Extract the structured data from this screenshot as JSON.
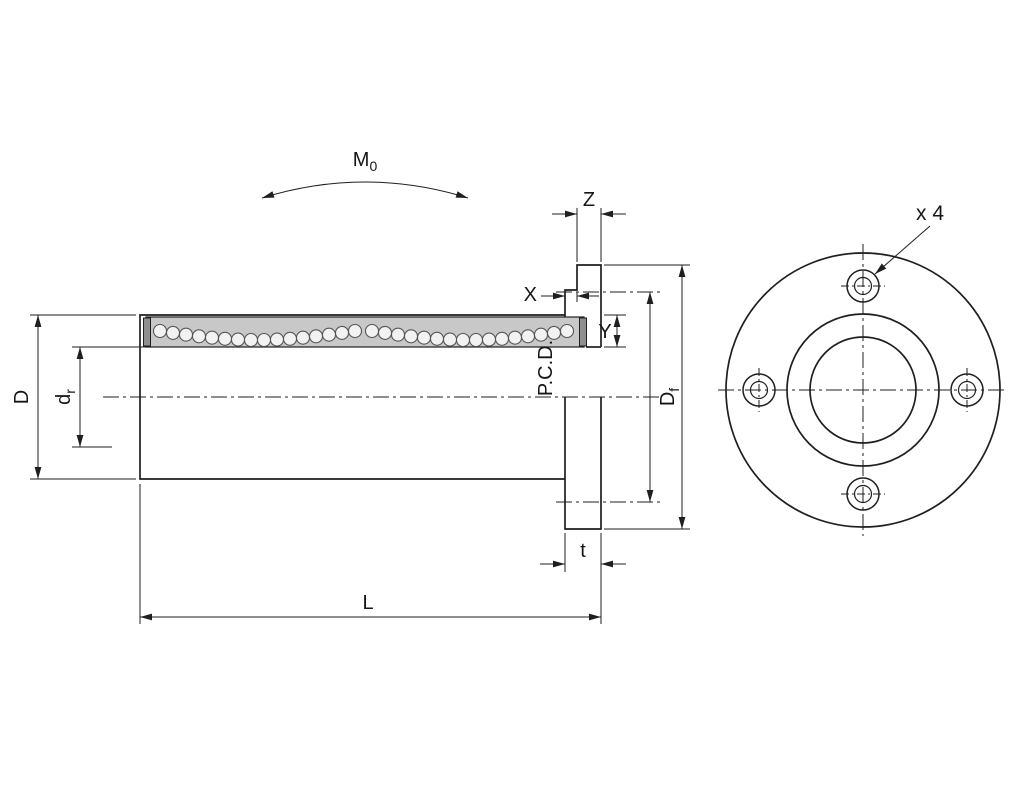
{
  "labels": {
    "moment": {
      "main": "M",
      "sub": "0"
    },
    "flange_width_z": "Z",
    "dim_x": "X",
    "dim_y": "Y",
    "pitch_circle": "P.C.D.",
    "flange_dia": {
      "main": "D",
      "sub": "f"
    },
    "flange_thickness": "t",
    "length": "L",
    "outer_dia": "D",
    "bore_dia": {
      "main": "d",
      "sub": "r"
    },
    "hole_count": "x 4"
  },
  "colors": {
    "line": "#1f1f1f",
    "shell_fill": "#c8c8c8",
    "seal_fill": "#8f8f8f",
    "ball_fill": "#f2f2f2",
    "background": "#ffffff"
  }
}
